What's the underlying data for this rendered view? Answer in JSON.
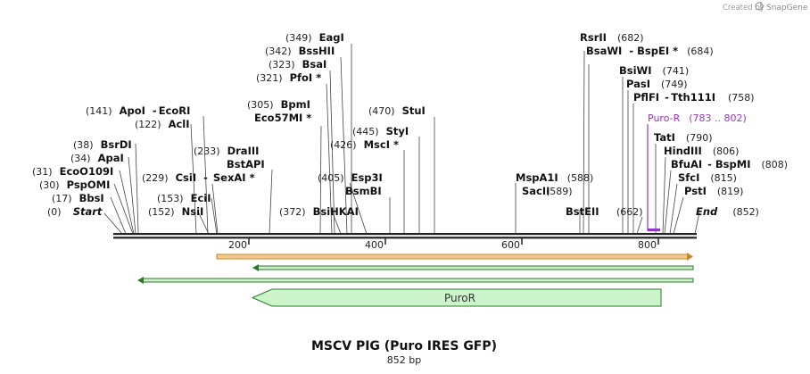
{
  "credit": {
    "prefix": "Created by",
    "brand": "SnapGene"
  },
  "map": {
    "title": "MSCV PIG (Puro IRES GFP)",
    "length_label": "852 bp",
    "ticks": [
      "200",
      "400",
      "600",
      "800"
    ],
    "start": {
      "pos": "(0)",
      "name": "Start"
    },
    "end": {
      "pos": "(852)",
      "name": "End"
    }
  },
  "sites": [
    {
      "pos": "(17)",
      "name": "BbsI"
    },
    {
      "pos": "(30)",
      "name": "PspOMI"
    },
    {
      "pos": "(31)",
      "name": "EcoO109I"
    },
    {
      "pos": "(34)",
      "name": "ApaI"
    },
    {
      "pos": "(38)",
      "name": "BsrDI"
    },
    {
      "pos": "(122)",
      "name": "AclI"
    },
    {
      "pos": "(141)",
      "name": "ApoI",
      "dash": "-",
      "name2": "EcoRI"
    },
    {
      "pos": "(152)",
      "name": "NsiI"
    },
    {
      "pos": "(153)",
      "name": "EciI"
    },
    {
      "pos": "(229)",
      "name": "CsiI",
      "dash": "-",
      "name2": "SexAI *"
    },
    {
      "pos": "(233)",
      "name": "DraIII",
      "name_line2": "BstAPI"
    },
    {
      "pos": "(305)",
      "name": "BpmI",
      "name_line2": "Eco57MI *"
    },
    {
      "pos": "(321)",
      "name": "PfoI *"
    },
    {
      "pos": "(323)",
      "name": "BsaI"
    },
    {
      "pos": "(342)",
      "name": "BssHII"
    },
    {
      "pos": "(349)",
      "name": "EagI"
    },
    {
      "pos": "(372)",
      "name": "BsiHKAI"
    },
    {
      "pos": "(405)",
      "name": "Esp3I",
      "name_line2": "BsmBI"
    },
    {
      "pos": "(426)",
      "name": "MscI *"
    },
    {
      "pos": "(445)",
      "name": "StyI"
    },
    {
      "pos": "(470)",
      "name": "StuI"
    },
    {
      "pos": "(588)",
      "name": "MspA1I",
      "name_line2": "SacII"
    },
    {
      "pos": "(589)",
      "name": "BstEII"
    },
    {
      "pos": "(662)",
      "name": ""
    },
    {
      "pos": "(682)",
      "name": "RsrII"
    },
    {
      "pos": "(684)",
      "name": "BsaWI",
      "dash": "-",
      "name2": "BspEI *"
    },
    {
      "pos": "(741)",
      "name": "BsiWI"
    },
    {
      "pos": "(749)",
      "name": "PasI"
    },
    {
      "pos": "(758)",
      "name": "PflFI",
      "dash": "-",
      "name2": "Tth111I"
    },
    {
      "pos": "(783 .. 802)",
      "name": "Puro-R"
    },
    {
      "pos": "(790)",
      "name": "TatI"
    },
    {
      "pos": "(806)",
      "name": "HindIII"
    },
    {
      "pos": "(808)",
      "name": "BfuAI",
      "dash": "-",
      "name2": "BspMI"
    },
    {
      "pos": "(815)",
      "name": "SfcI"
    },
    {
      "pos": "(819)",
      "name": "PstI"
    }
  ],
  "features": {
    "puror_label": "PuroR",
    "colors": {
      "orange": "#f2c98a",
      "orange_edge": "#c78a2a",
      "green_line": "#cfeecb",
      "green_edge": "#2d7a2d",
      "puror_fill": "#ccf5cc",
      "puror_edge": "#2d7a2d",
      "primer": "#9933cc"
    }
  }
}
